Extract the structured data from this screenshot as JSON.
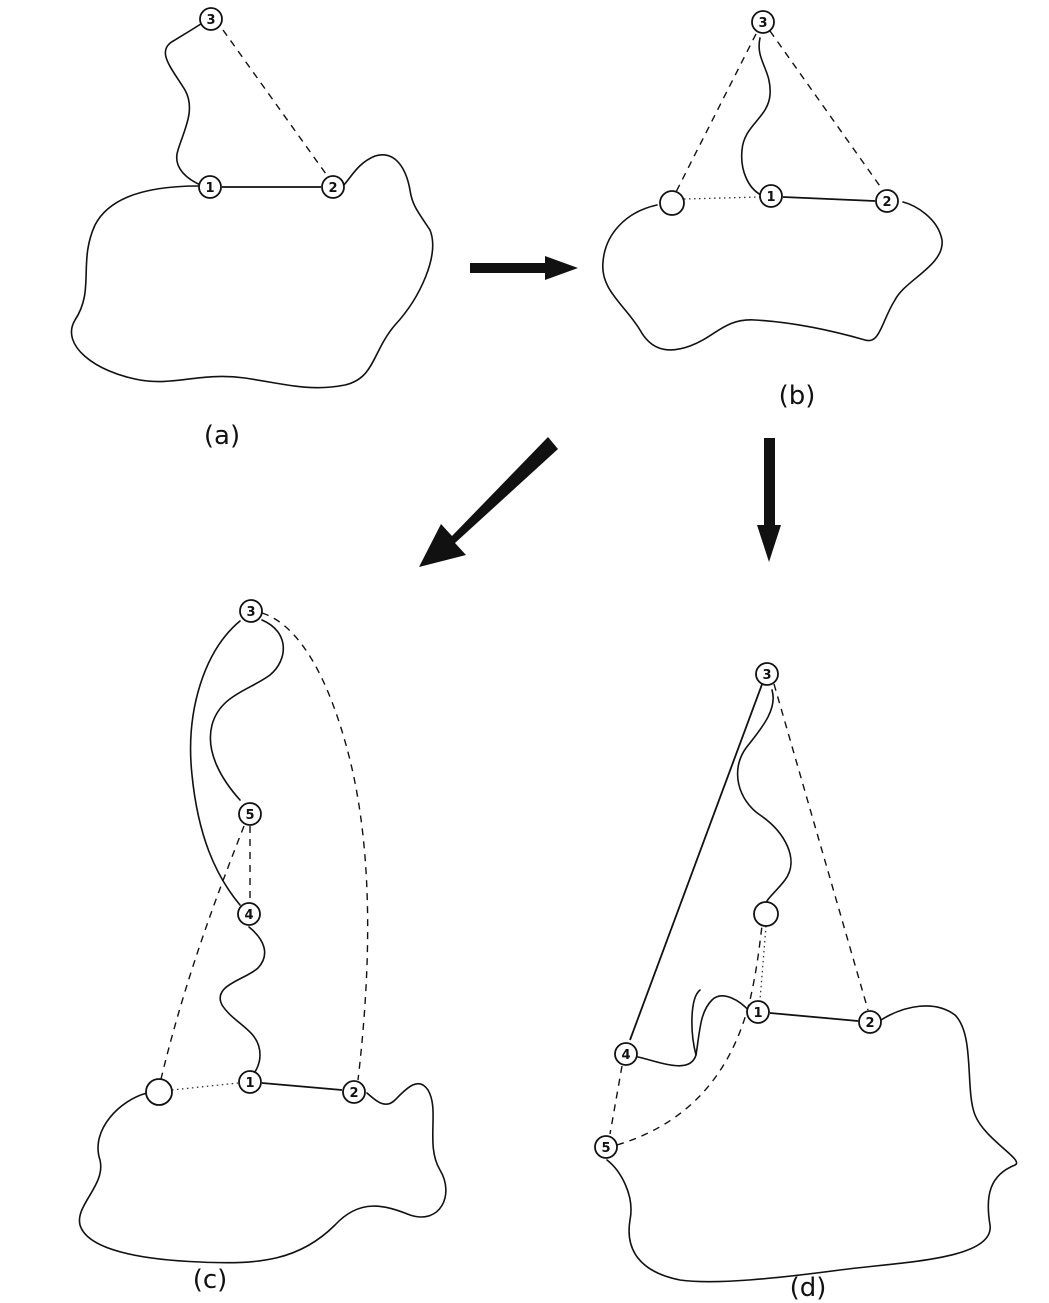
{
  "panels": [
    {
      "id": "a",
      "label": "(a)"
    },
    {
      "id": "b",
      "label": "(b)"
    },
    {
      "id": "c",
      "label": "(c)"
    },
    {
      "id": "d",
      "label": "(d)"
    }
  ],
  "node_labels": {
    "one": "1",
    "two": "2",
    "three": "3",
    "four": "4",
    "five": "5"
  }
}
